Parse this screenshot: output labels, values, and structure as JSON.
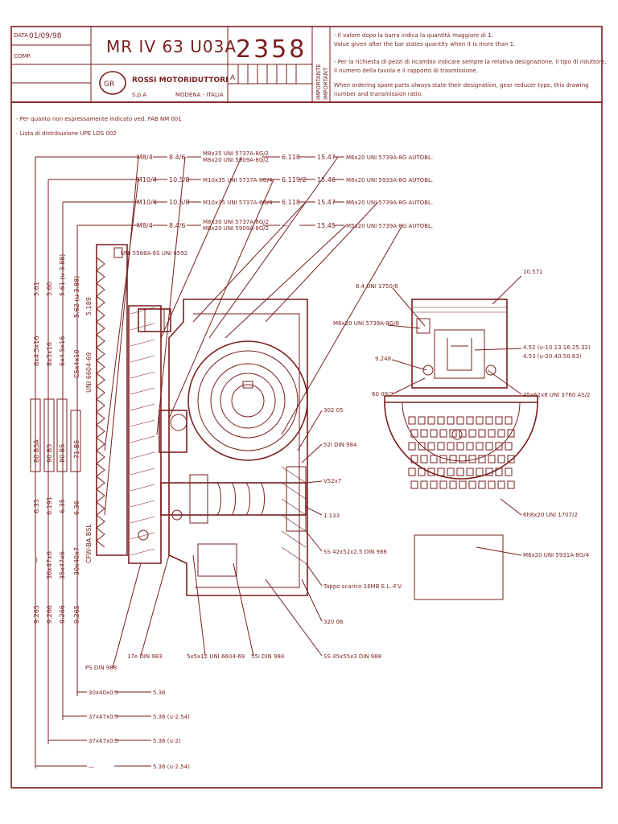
{
  "title_block": {
    "data_label": "DATA",
    "date": "01/09/98",
    "comp_label": "COMP.",
    "model": "MR IV 63 U03A",
    "drawing_no": "2358",
    "revision": "A",
    "company": "ROSSI MOTORIDUTTORI",
    "company_sub1": "S.p.A",
    "company_sub2": "MODENA - ITALIA",
    "logo_text": "GR",
    "important_it": "IMPORTANTE",
    "important_en": "IMPORTANT",
    "notes": [
      "- Il valore dopo la barra indica la quantità maggiore di 1.",
      "  Value given after the bar states quantity when it is more than 1.",
      "- Per la richiesta di pezzi di ricambio indicare sempre la relativa designazione, il tipo di riduttore,",
      "  il numero della tavola e il rapporto di trasmissione.",
      "  When ordering spare parts always state their designation, gear reducer type, this drawing",
      "  number and transmission ratio."
    ]
  },
  "header_notes": [
    "- Per quanto non espressamente indicato ved. FAB NM 001",
    "- Lista di distribuzione UPE LDS 002"
  ],
  "top_rows": [
    {
      "a": "M8/4",
      "b": "8.4/6",
      "c1": "M8x35 UNI 5737A-8G/2",
      "c2": "M8x20 UNI 5909A-8G/2",
      "d": "6.118",
      "e": "15.47",
      "f": "M6x20 UNI 5739A-8G AUTOBL."
    },
    {
      "a": "M10/4",
      "b": "10.5/8",
      "c1": "M10x35 UNI 5737A-8G/4",
      "c2": "",
      "d": "6.119/2",
      "e": "15.46",
      "f": "M8x20 UNI 5933A-8G AUTOBL."
    },
    {
      "a": "M10/4",
      "b": "10.5/8",
      "c1": "M10x35 UNI 5737A-8G/4",
      "c2": "",
      "d": "6.118",
      "e": "15.47",
      "f": "M6x20 UNI 5739A-8G AUTOBL."
    },
    {
      "a": "M8/4",
      "b": "8.4/6",
      "c1": "M8x30 UNI 5737A-8G/2",
      "c2": "M8x20 UNI 5909A-8G/2",
      "d": "—",
      "e": "15.45",
      "f": "M5x20 UNI 5739A-8G AUTOBL."
    }
  ],
  "left_column": {
    "col1": [
      "5.61",
      "6x4.5x16",
      "80 B5A",
      "6.35",
      "—",
      "9.265"
    ],
    "col2": [
      "5.60",
      "8x5x16",
      "90 B5",
      "6.191",
      "36x47x6",
      "9.266"
    ],
    "col3": [
      "5.61 (u-3.88)",
      "6x4.5x16",
      "80 B5",
      "6.35",
      "35x47x6",
      "9.266"
    ],
    "col4": [
      "5.62 (u-3.88)",
      "C5x4x10",
      "71 B5",
      "6.36",
      "30x40x7",
      "9.265"
    ],
    "col5": [
      "5.189",
      "UNI 6604-69",
      "CFW-BA BSL"
    ]
  },
  "labels": {
    "uni_top": "UNI 5588A-6S  UNI 6592",
    "l10571": "10.571",
    "l64": "6.4 UNI 1750/8",
    "lm6": "M6x20 UNI 5739A-8G/8",
    "l9248": "9.248",
    "l6009": "60 09/2",
    "l452": "4.52 (u-10.13.16.25.32)",
    "l453": "4.53 (u-20.40.50.63)",
    "l45x": "45x62x8 UNI 3760 AS/2",
    "l30205": "302 05",
    "l52i": "52i DIN 984",
    "lv52": "V52x7",
    "l133": "1.133",
    "lss1": "SS 42x52x2.5 DIN 988",
    "ltappo": "Tappo scarico 16MB E.L.-F.V.",
    "l32006": "320 06",
    "l6x8": "6h8x20 UNI 1707/2",
    "lm6b": "M6x20 UNI 5931A-8G/4",
    "lps": "PS DIN 988",
    "l17e": "17e DIN 983",
    "l5x5": "5x5x12 UNI 6604-69",
    "l55i": "55i DIN 984",
    "lss2": "SS 45x55x3 DIN 988"
  },
  "bottom_rows": [
    {
      "a": "30x40x0.5",
      "b": "5.36"
    },
    {
      "a": "37x47x0.5",
      "b": "5.36 (u-2.54)"
    },
    {
      "a": "37x47x0.5",
      "b": "5.36 (u-2)"
    },
    {
      "a": "—",
      "b": "5.36 (u-2.54)"
    }
  ],
  "colors": {
    "ink": "#7a1f1f",
    "paper": "#ffffff"
  }
}
